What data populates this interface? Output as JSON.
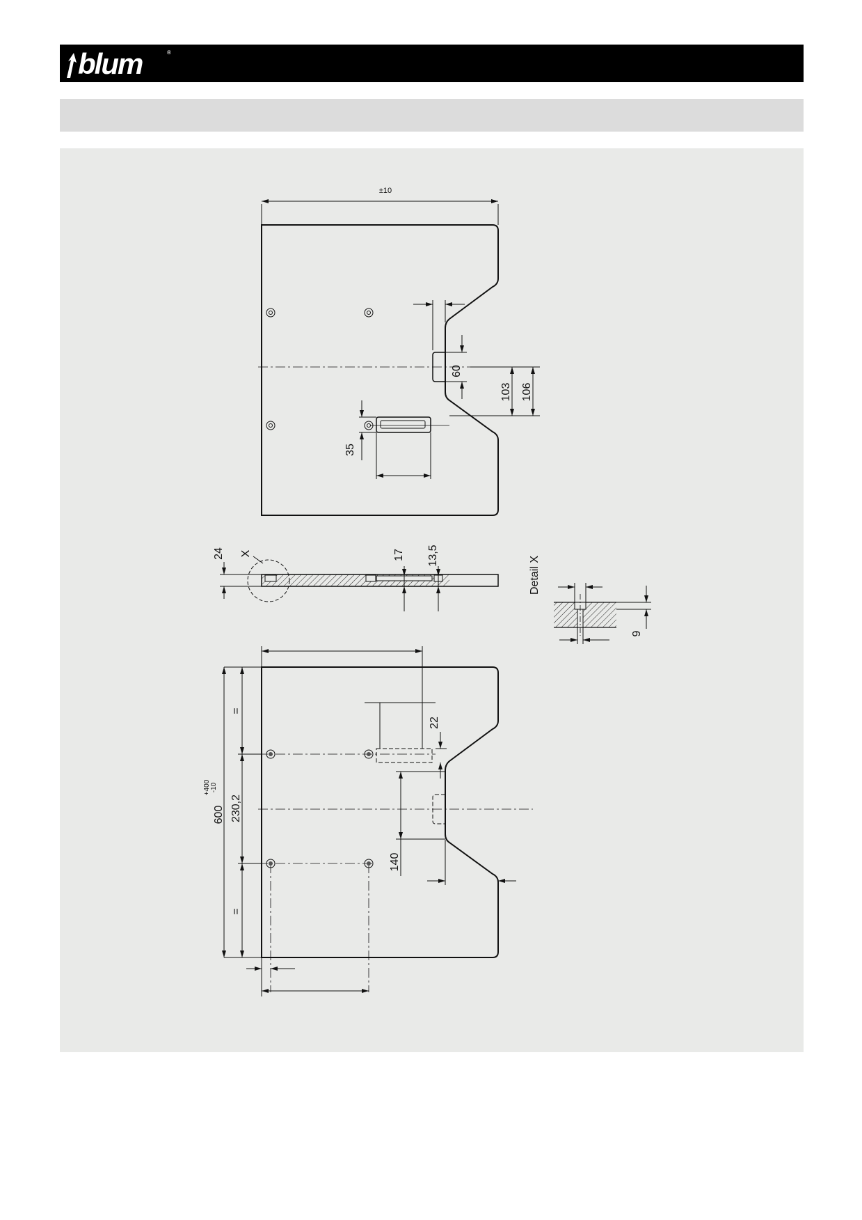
{
  "header": {
    "brand": "blum",
    "registered_mark": "®"
  },
  "title_band": {
    "text": ""
  },
  "drawing": {
    "top_view": {
      "width_tolerance": "±10",
      "dim_60": "60",
      "dim_103": "103",
      "dim_106": "106",
      "dim_35": "35"
    },
    "section_view": {
      "dim_24": "24",
      "detail_marker": "X",
      "dim_17": "17",
      "dim_13_5": "13,5"
    },
    "detail": {
      "title": "Detail X",
      "dim_9": "9"
    },
    "bottom_view": {
      "dim_22": "22",
      "depth_value": "600",
      "depth_tol_plus": "+400",
      "depth_tol_minus": "-10",
      "dim_230_2": "230,2",
      "dim_140": "140",
      "equal_sign": "="
    }
  }
}
